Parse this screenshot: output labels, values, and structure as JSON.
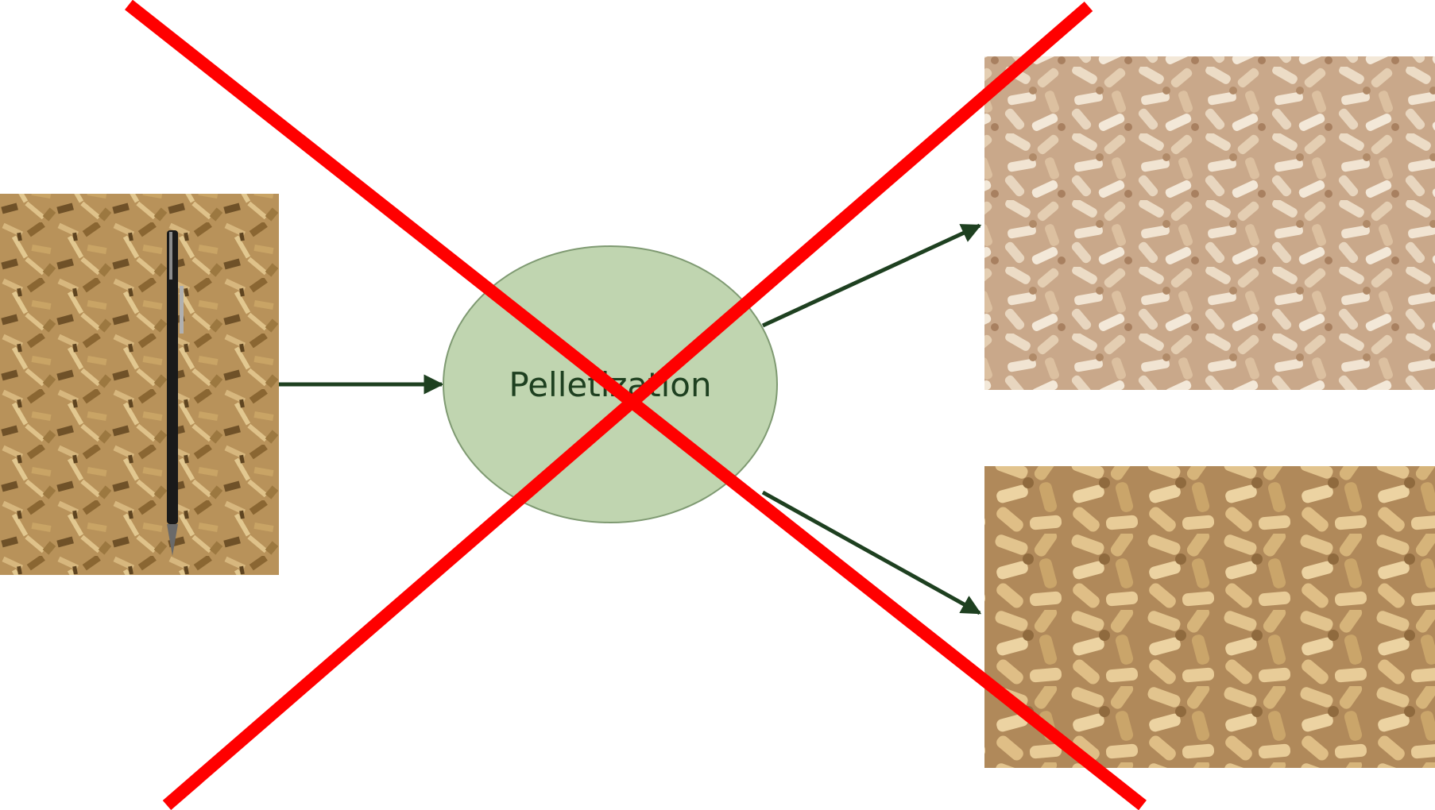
{
  "process": {
    "label": "Pelletization"
  },
  "images": {
    "input": "wood-chips-with-pencil-photo",
    "output_top": "light-wood-pellets-photo",
    "output_bottom": "golden-wood-pellets-photo"
  },
  "colors": {
    "ellipse_fill": "#c0d5b0",
    "ellipse_stroke": "#7f9a72",
    "arrow": "#1e4020",
    "label_text": "#1e4020",
    "cross": "#ff0000"
  }
}
